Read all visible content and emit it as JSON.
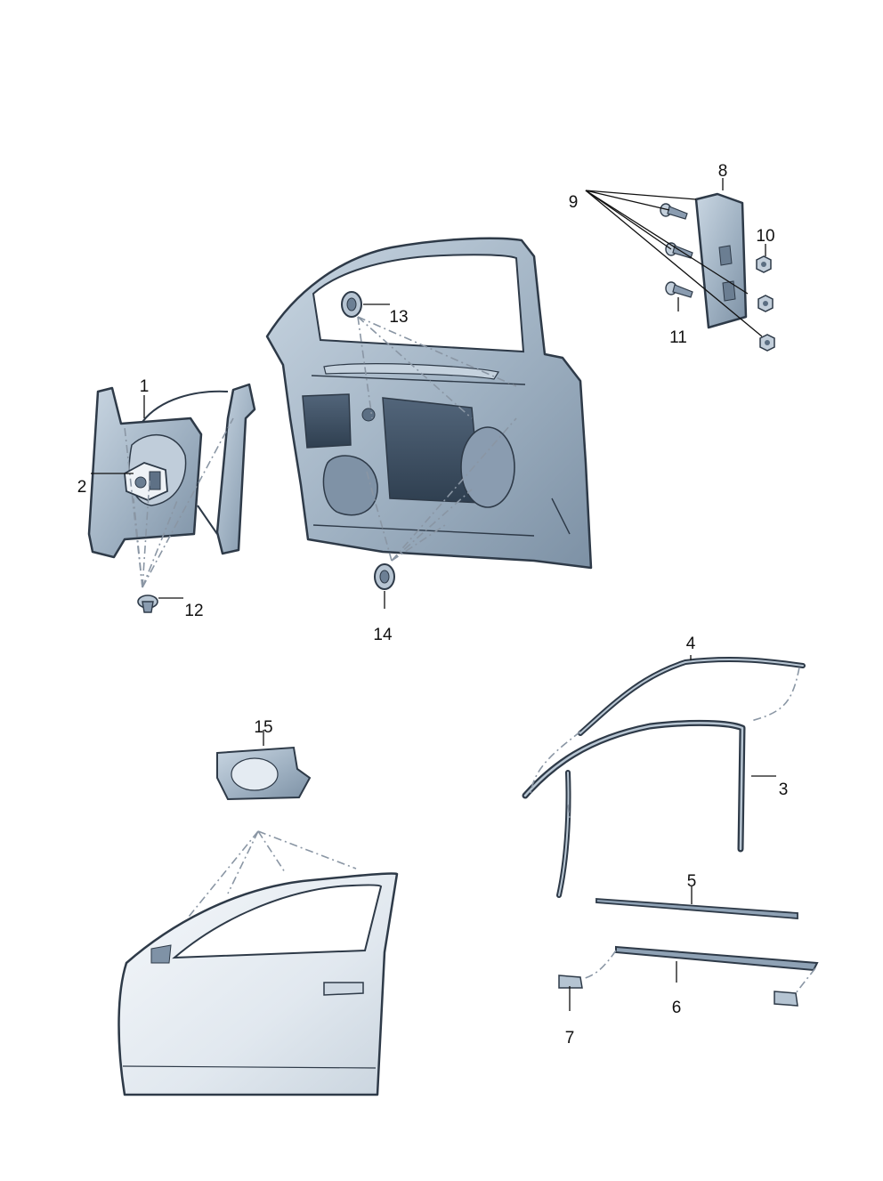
{
  "diagram": {
    "callouts": [
      {
        "id": "1",
        "text": "1"
      },
      {
        "id": "2",
        "text": "2"
      },
      {
        "id": "3",
        "text": "3"
      },
      {
        "id": "4",
        "text": "4"
      },
      {
        "id": "5",
        "text": "5"
      },
      {
        "id": "6",
        "text": "6"
      },
      {
        "id": "7",
        "text": "7"
      },
      {
        "id": "8",
        "text": "8"
      },
      {
        "id": "9",
        "text": "9"
      },
      {
        "id": "10",
        "text": "10"
      },
      {
        "id": "11",
        "text": "11"
      },
      {
        "id": "12",
        "text": "12"
      },
      {
        "id": "13",
        "text": "13"
      },
      {
        "id": "14",
        "text": "14"
      },
      {
        "id": "15",
        "text": "15"
      }
    ],
    "colors": {
      "part_fill": "#a7b7c6",
      "part_dark": "#6e8195",
      "part_light": "#d4dee8",
      "outline": "#2e3a48",
      "dash": "#8a96a4",
      "door_fill": "#e6ecf2"
    }
  }
}
